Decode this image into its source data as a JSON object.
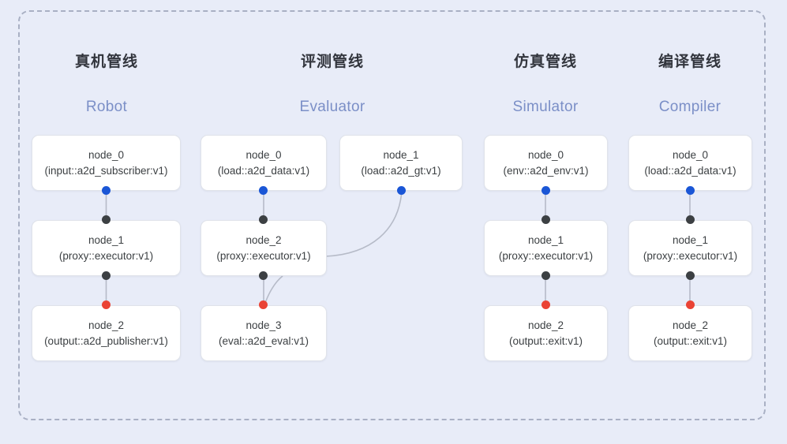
{
  "diagram": {
    "frame_style": "dashed",
    "background_color": "#e8ecf8",
    "accent_blue": "#7b8fc7",
    "port_colors": {
      "input": "#1a56d6",
      "middle": "#3c4043",
      "output": "#ea4335"
    }
  },
  "columns": [
    {
      "title_cn": "真机管线",
      "title_en": "Robot",
      "nodes": [
        {
          "name": "node_0",
          "spec": "(input::a2d_subscriber:v1)"
        },
        {
          "name": "node_1",
          "spec": "(proxy::executor:v1)"
        },
        {
          "name": "node_2",
          "spec": "(output::a2d_publisher:v1)"
        }
      ]
    },
    {
      "title_cn": "评测管线",
      "title_en": "Evaluator",
      "nodes": [
        {
          "name": "node_0",
          "spec": "(load::a2d_data:v1)"
        },
        {
          "name": "node_2",
          "spec": "(proxy::executor:v1)"
        },
        {
          "name": "node_3",
          "spec": "(eval::a2d_eval:v1)"
        }
      ],
      "side_node": {
        "name": "node_1",
        "spec": "(load::a2d_gt:v1)"
      }
    },
    {
      "title_cn": "仿真管线",
      "title_en": "Simulator",
      "nodes": [
        {
          "name": "node_0",
          "spec": "(env::a2d_env:v1)"
        },
        {
          "name": "node_1",
          "spec": "(proxy::executor:v1)"
        },
        {
          "name": "node_2",
          "spec": "(output::exit:v1)"
        }
      ]
    },
    {
      "title_cn": "编译管线",
      "title_en": "Compiler",
      "nodes": [
        {
          "name": "node_0",
          "spec": "(load::a2d_data:v1)"
        },
        {
          "name": "node_1",
          "spec": "(proxy::executor:v1)"
        },
        {
          "name": "node_2",
          "spec": "(output::exit:v1)"
        }
      ]
    }
  ]
}
